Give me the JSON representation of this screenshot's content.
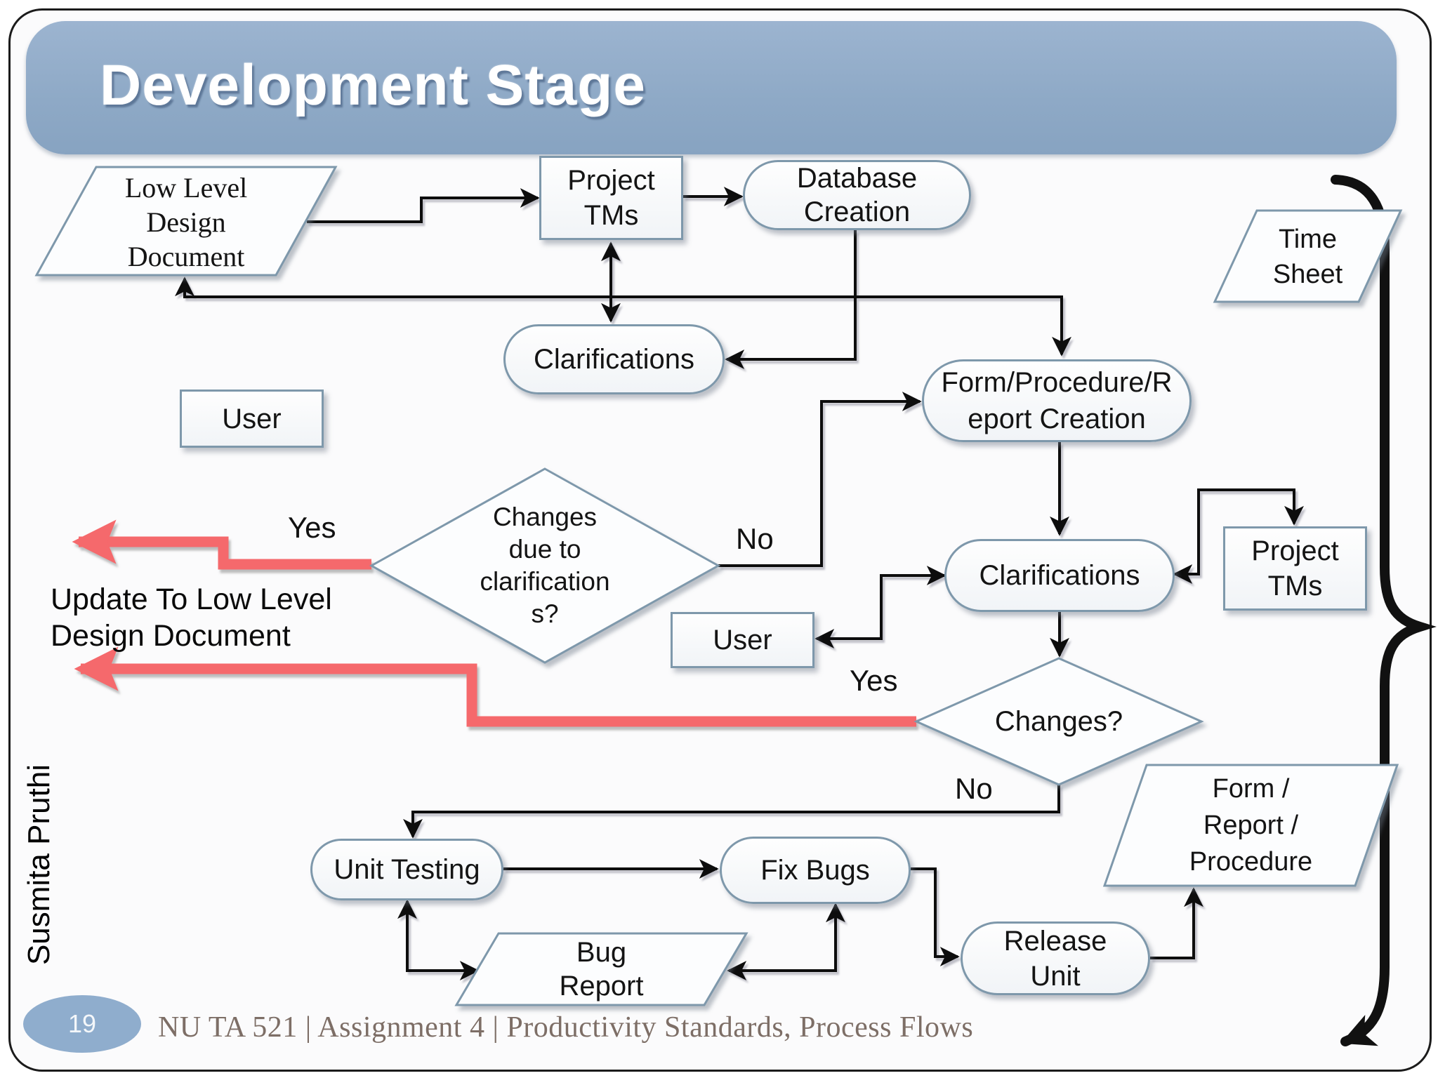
{
  "slide": {
    "title": "Development Stage",
    "page_number": "19",
    "footer": "NU TA 521 | Assignment 4 | Productivity Standards, Process Flows",
    "author": "Susmita Pruthi"
  },
  "colors": {
    "title_bar_blue": "#8ea9c6",
    "shape_border_blue": "#7e98ab",
    "red_arrow": "#f5696c",
    "footer_text": "#7d6e66",
    "page_bubble_blue": "#8fadcd"
  },
  "nodes": {
    "low_level_design_document": {
      "shape": "parallelogram",
      "lines": [
        "Low Level",
        "Design",
        "Document"
      ]
    },
    "project_tms_top": {
      "shape": "rectangle",
      "lines": [
        "Project",
        "TMs"
      ]
    },
    "database_creation": {
      "shape": "stadium",
      "lines": [
        "Database",
        "Creation"
      ]
    },
    "time_sheet": {
      "shape": "parallelogram",
      "lines": [
        "Time",
        "Sheet"
      ]
    },
    "clarifications_left": {
      "shape": "stadium",
      "label": "Clarifications"
    },
    "user_left": {
      "shape": "rectangle",
      "label": "User"
    },
    "changes_due_to_clarifications": {
      "shape": "diamond",
      "lines": [
        "Changes",
        "due to",
        "clarification",
        "s?"
      ]
    },
    "form_procedure_report_creation": {
      "shape": "stadium",
      "lines": [
        "Form/Procedure/R",
        "eport Creation"
      ]
    },
    "clarifications_right": {
      "shape": "stadium",
      "label": "Clarifications"
    },
    "project_tms_right": {
      "shape": "rectangle",
      "lines": [
        "Project",
        "TMs"
      ]
    },
    "user_right": {
      "shape": "rectangle",
      "label": "User"
    },
    "changes": {
      "shape": "diamond",
      "label": "Changes?"
    },
    "unit_testing": {
      "shape": "stadium",
      "label": "Unit Testing"
    },
    "fix_bugs": {
      "shape": "stadium",
      "label": "Fix Bugs"
    },
    "bug_report": {
      "shape": "parallelogram",
      "lines": [
        "Bug",
        "Report"
      ]
    },
    "release_unit": {
      "shape": "stadium",
      "lines": [
        "Release",
        "Unit"
      ]
    },
    "form_report_procedure": {
      "shape": "parallelogram",
      "lines": [
        "Form /",
        "Report /",
        "Procedure"
      ]
    }
  },
  "labels": {
    "yes_top": "Yes",
    "no_top": "No",
    "yes_bottom": "Yes",
    "no_bottom": "No",
    "update_line1": "Update To Low Level",
    "update_line2": "Design Document"
  },
  "connections": [
    {
      "from": "low_level_design_document",
      "to": "project_tms_top"
    },
    {
      "from": "project_tms_top",
      "to": "database_creation"
    },
    {
      "from": "project_tms_top",
      "to": "clarifications_left",
      "type": "two-way"
    },
    {
      "from": "database_creation",
      "to": "clarifications_left"
    },
    {
      "from": "clarifications_left",
      "to": "user_left",
      "type": "two-way"
    },
    {
      "from": "clarifications_left",
      "to": "changes_due_to_clarifications"
    },
    {
      "from": "changes_due_to_clarifications",
      "to": "update_to_low_level_design_document",
      "label": "Yes",
      "style": "red"
    },
    {
      "from": "changes_due_to_clarifications",
      "to": "form_procedure_report_creation",
      "label": "No"
    },
    {
      "from": "form_procedure_report_creation",
      "to": "low_level_design_document",
      "type": "two-way"
    },
    {
      "from": "form_procedure_report_creation",
      "to": "clarifications_right"
    },
    {
      "from": "clarifications_right",
      "to": "project_tms_right",
      "type": "two-way"
    },
    {
      "from": "clarifications_right",
      "to": "user_right",
      "type": "two-way"
    },
    {
      "from": "clarifications_right",
      "to": "changes"
    },
    {
      "from": "changes",
      "to": "update_to_low_level_design_document",
      "label": "Yes",
      "style": "red"
    },
    {
      "from": "changes",
      "to": "unit_testing",
      "label": "No"
    },
    {
      "from": "unit_testing",
      "to": "fix_bugs"
    },
    {
      "from": "unit_testing",
      "to": "bug_report",
      "type": "two-way"
    },
    {
      "from": "fix_bugs",
      "to": "bug_report",
      "type": "two-way"
    },
    {
      "from": "fix_bugs",
      "to": "release_unit"
    },
    {
      "from": "release_unit",
      "to": "form_report_procedure"
    }
  ]
}
